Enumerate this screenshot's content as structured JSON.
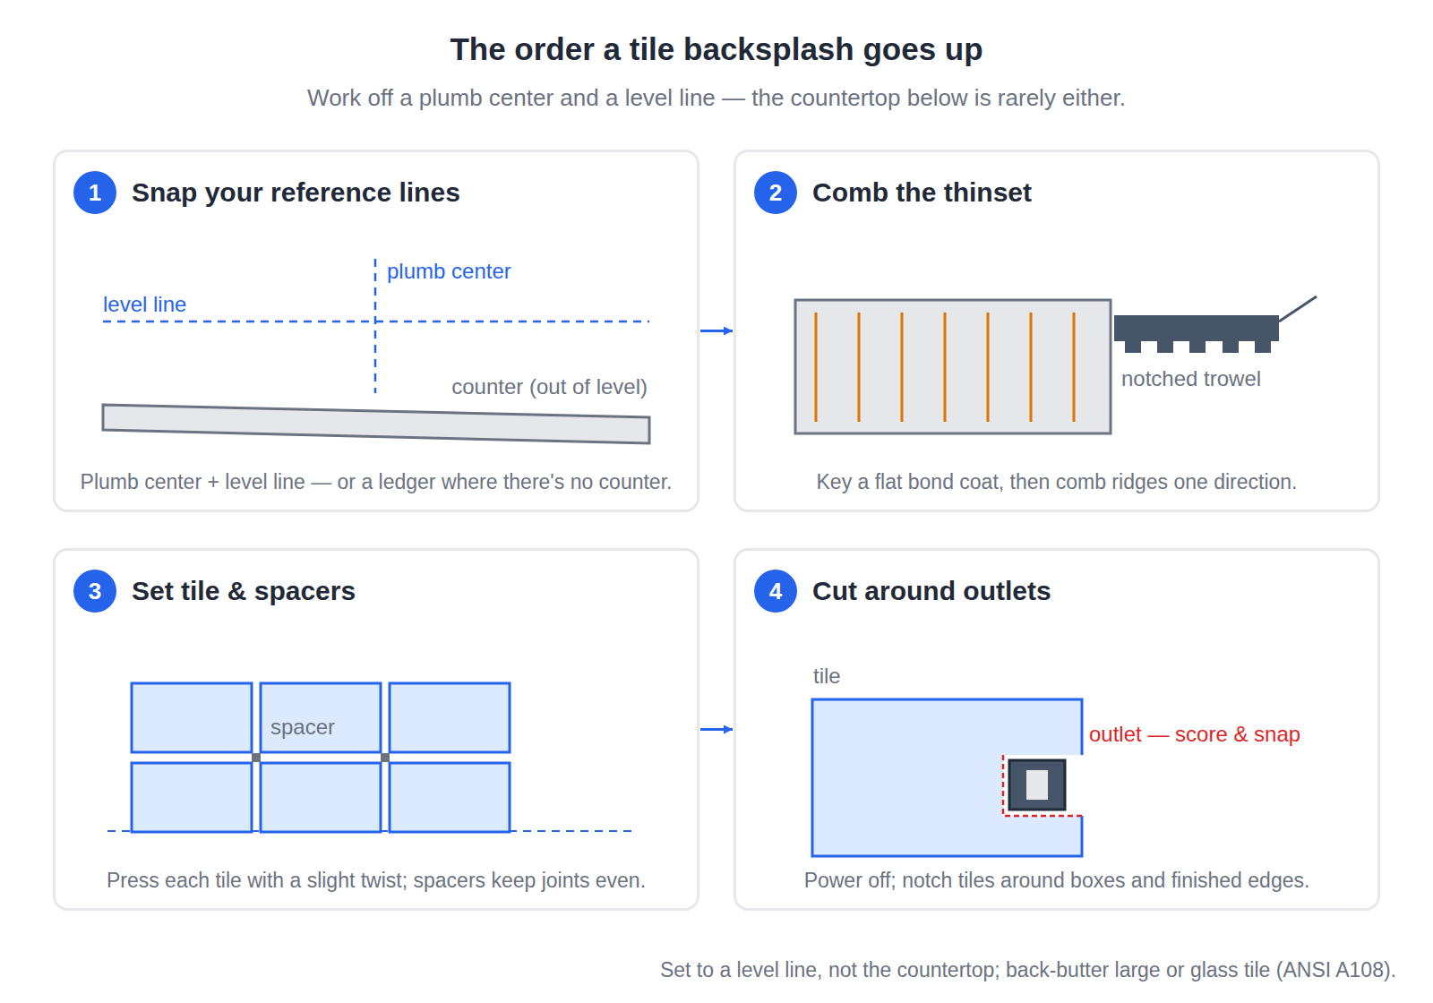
{
  "diagram": {
    "title": "The order a tile backsplash goes up",
    "caption": "Set to a level line, not the countertop; back-butter large or glass tile (ANSI A108).",
    "nodes": [
      {
        "text": [
          "Snap your reference lines",
          "Plumb center + level line — or a ledger where there's no counter."
        ]
      },
      {
        "text": [
          "1"
        ],
        "in": 0
      },
      {
        "text": [
          "Comb the thinset",
          "Key a flat bond coat, then comb ridges one direction."
        ]
      },
      {
        "text": [
          "2"
        ],
        "in": 2
      },
      {
        "text": [
          "Set tile & spacers",
          "Press each tile with a slight twist; spacers keep joints even."
        ]
      },
      {
        "text": [
          "3"
        ],
        "in": 4
      },
      {
        "text": [
          "Cut around outlets",
          "Power off; notch tiles around boxes and finished edges."
        ]
      },
      {
        "text": [
          "4"
        ],
        "in": 6
      }
    ],
    "edges": [
      {
        "from": 0,
        "to": 2,
        "arrow": "to"
      },
      {
        "from": 4,
        "to": 6,
        "arrow": "to"
      }
    ],
    "labels": [
      "Work off a plumb center and a level line — the countertop below is rarely either.",
      "plumb center",
      "level line",
      "counter (out of level)",
      "notched trowel",
      "spacer",
      "tile",
      "outlet — score & snap"
    ]
  }
}
